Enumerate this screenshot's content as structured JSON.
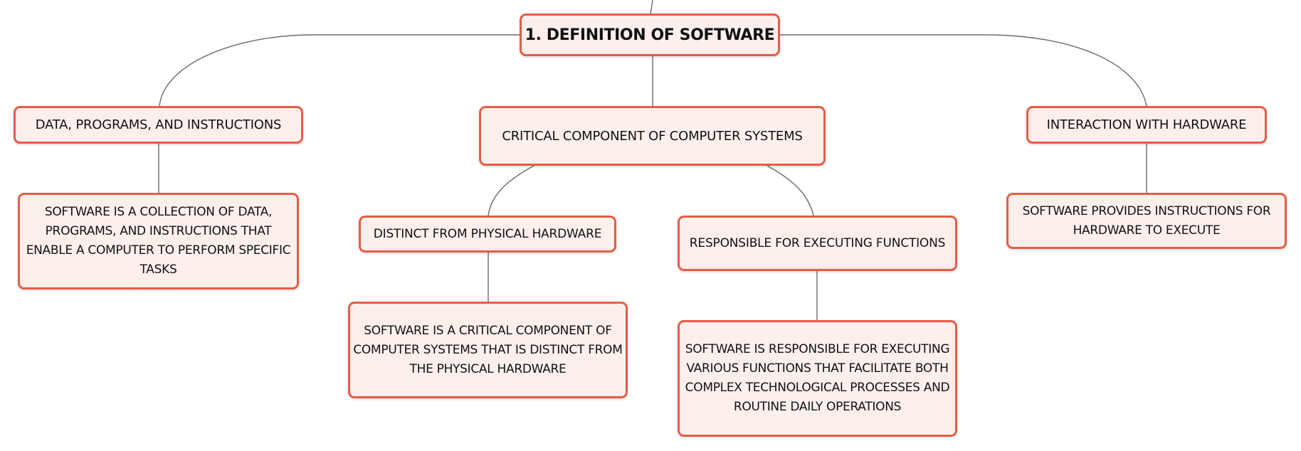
{
  "diagram": {
    "root": "1. DEFINITION OF SOFTWARE",
    "branches": [
      {
        "label": "DATA, PROGRAMS, AND INSTRUCTIONS",
        "detail": "SOFTWARE IS A COLLECTION OF DATA, PROGRAMS, AND INSTRUCTIONS THAT ENABLE A COMPUTER TO PERFORM SPECIFIC TASKS"
      },
      {
        "label": "CRITICAL COMPONENT OF COMPUTER SYSTEMS",
        "children": [
          {
            "label": "DISTINCT FROM PHYSICAL HARDWARE",
            "detail": "SOFTWARE IS A CRITICAL COMPONENT OF COMPUTER SYSTEMS THAT IS DISTINCT FROM THE PHYSICAL HARDWARE"
          },
          {
            "label": "RESPONSIBLE FOR EXECUTING FUNCTIONS",
            "detail": "SOFTWARE IS RESPONSIBLE FOR EXECUTING VARIOUS FUNCTIONS THAT FACILITATE BOTH COMPLEX TECHNOLOGICAL PROCESSES AND ROUTINE DAILY OPERATIONS"
          }
        ]
      },
      {
        "label": "INTERACTION WITH HARDWARE",
        "detail": "SOFTWARE PROVIDES INSTRUCTIONS FOR HARDWARE TO EXECUTE"
      }
    ]
  },
  "colors": {
    "node_border": "#e35d47",
    "node_fill": "#fdf0ec",
    "connector": "#6a6a6a",
    "text": "#111111"
  }
}
